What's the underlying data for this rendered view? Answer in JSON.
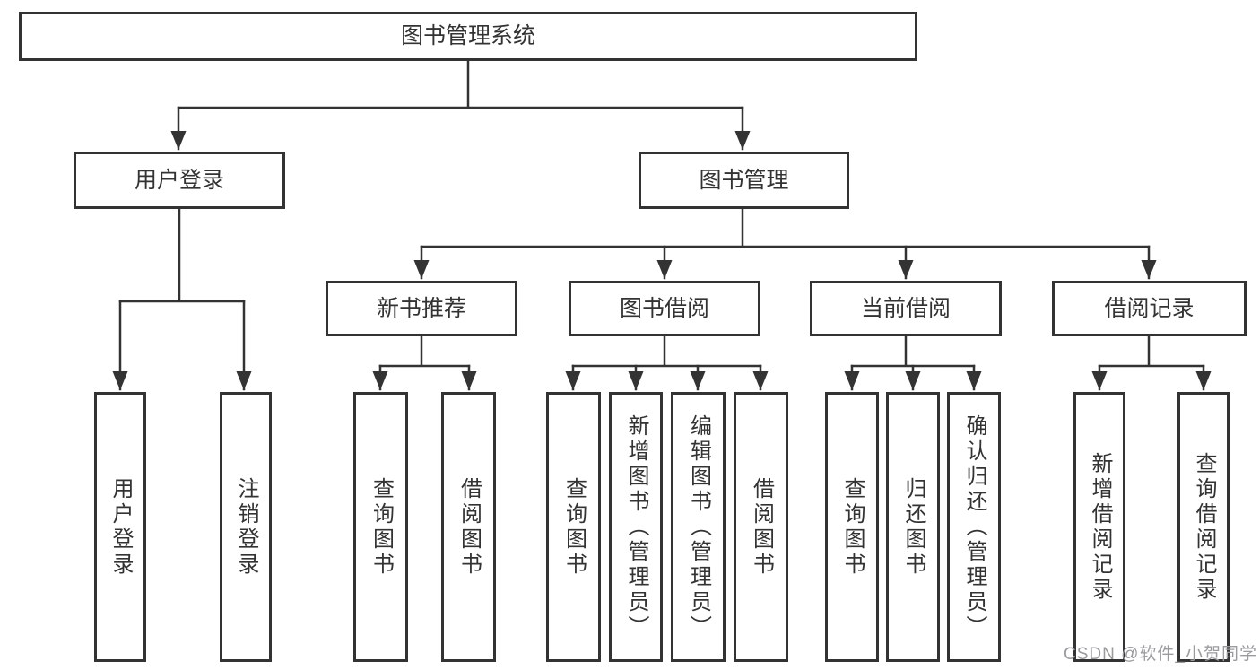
{
  "diagram_title": "图书管理系统",
  "colors": {
    "line": "#333333",
    "box_border": "#333333",
    "text": "#333333",
    "background": "#ffffff",
    "watermark": "#9b9b9f"
  },
  "watermark": "CSDN @软件_小贺同学",
  "nodes": {
    "root": "图书管理系统",
    "user_login": "用户登录",
    "book_management": "图书管理",
    "new_book_recommend": "新书推荐",
    "book_borrowing": "图书借阅",
    "current_borrowing": "当前借阅",
    "borrowing_records": "借阅记录",
    "leaves": {
      "user_login_children": [
        "用户登录",
        "注销登录"
      ],
      "new_book_children": [
        "查询图书",
        "借阅图书"
      ],
      "book_borrowing_children": [
        "查询图书",
        "新增图书（管理员）",
        "编辑图书（管理员）",
        "借阅图书"
      ],
      "current_borrowing_children": [
        "查询图书",
        "归还图书",
        "确认归还（管理员）"
      ],
      "borrowing_records_children": [
        "新增借阅记录",
        "查询借阅记录"
      ]
    }
  }
}
